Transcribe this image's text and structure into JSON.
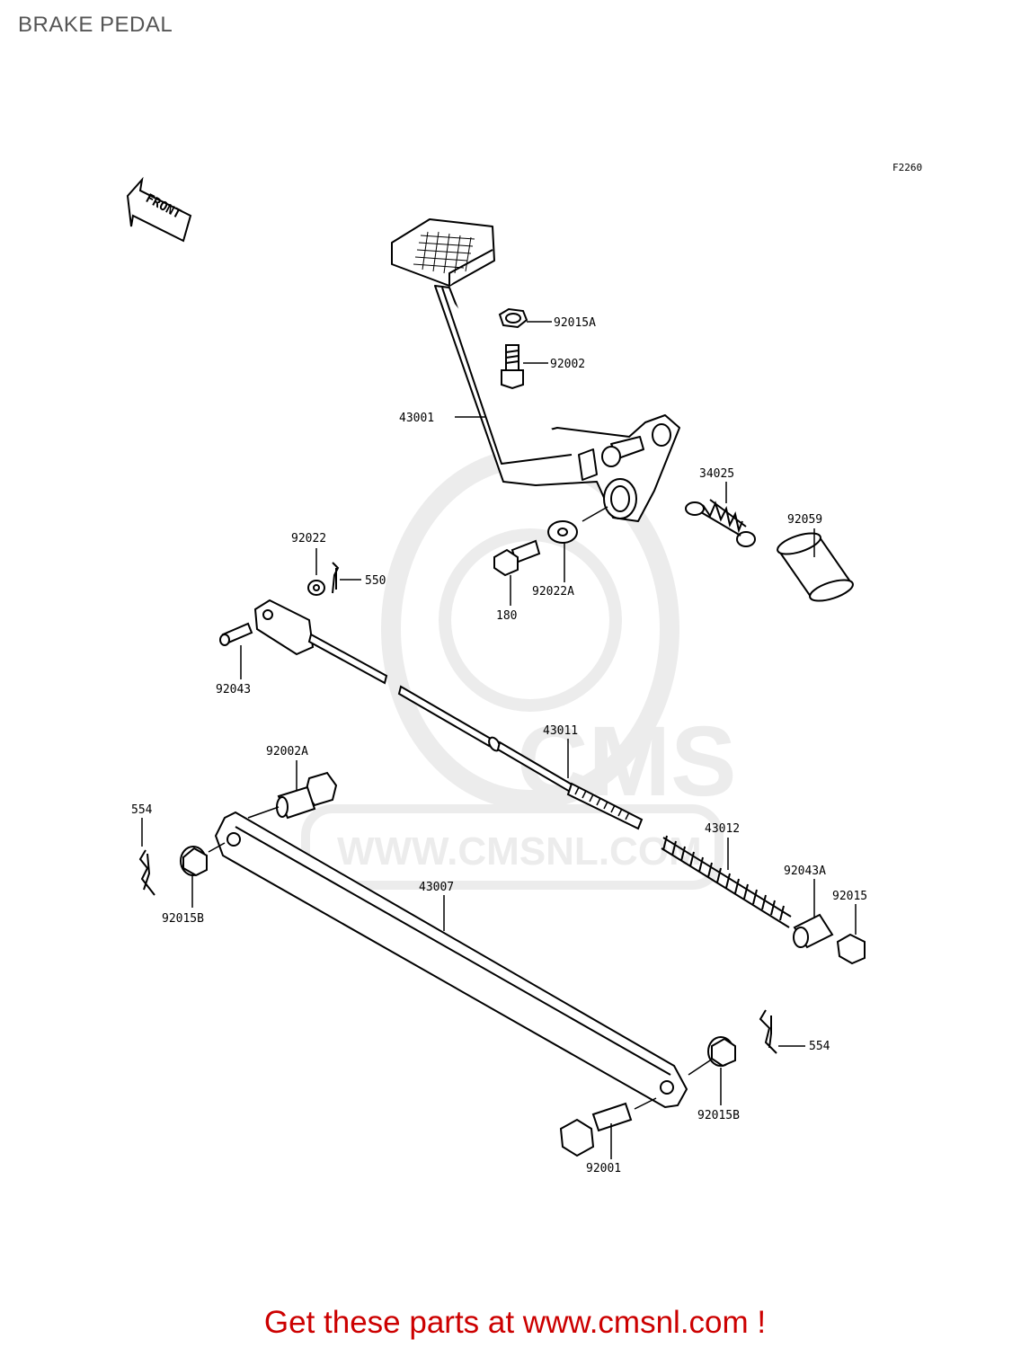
{
  "title": "BRAKE PEDAL",
  "figure_code": "F2260",
  "front_label": "FRONT",
  "watermark": {
    "brand": "CMS",
    "url": "WWW.CMSNL.COM"
  },
  "footer": "Get these parts at www.cmsnl.com !",
  "parts": [
    {
      "id": "p92015A",
      "label": "92015A"
    },
    {
      "id": "p92002",
      "label": "92002"
    },
    {
      "id": "p43001",
      "label": "43001"
    },
    {
      "id": "p34025",
      "label": "34025"
    },
    {
      "id": "p92059",
      "label": "92059"
    },
    {
      "id": "p92022",
      "label": "92022"
    },
    {
      "id": "p550",
      "label": "550"
    },
    {
      "id": "p92022A",
      "label": "92022A"
    },
    {
      "id": "p180",
      "label": "180"
    },
    {
      "id": "p92043",
      "label": "92043"
    },
    {
      "id": "p43011",
      "label": "43011"
    },
    {
      "id": "p92002A",
      "label": "92002A"
    },
    {
      "id": "p554a",
      "label": "554"
    },
    {
      "id": "p43012",
      "label": "43012"
    },
    {
      "id": "p92043A",
      "label": "92043A"
    },
    {
      "id": "p92015",
      "label": "92015"
    },
    {
      "id": "p43007",
      "label": "43007"
    },
    {
      "id": "p92015Ba",
      "label": "92015B"
    },
    {
      "id": "p554b",
      "label": "554"
    },
    {
      "id": "p92015Bb",
      "label": "92015B"
    },
    {
      "id": "p92001",
      "label": "92001"
    }
  ]
}
